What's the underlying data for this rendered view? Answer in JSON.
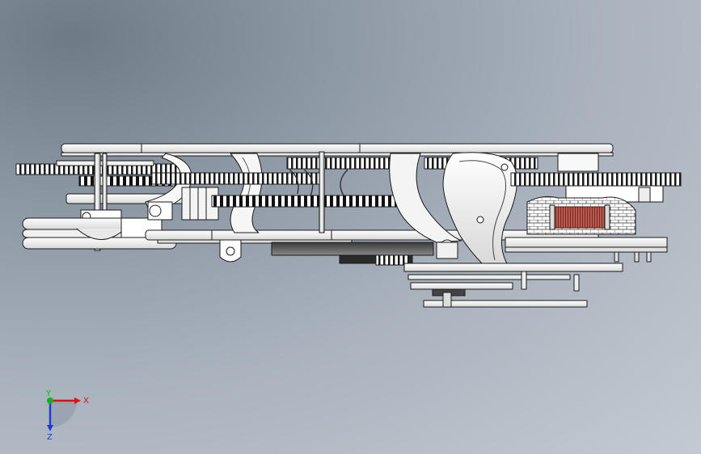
{
  "viewport": {
    "background_top": "#6f7a87",
    "background_bottom": "#c3cad2",
    "model_fill": "#ffffff",
    "model_edge": "#1a1a1a",
    "coil_color": "#a0443a"
  },
  "triad": {
    "x_label": "X",
    "y_label": "Y",
    "z_label": "Z",
    "x_color": "#e01010",
    "y_color": "#18b018",
    "z_color": "#1a3fd0"
  }
}
